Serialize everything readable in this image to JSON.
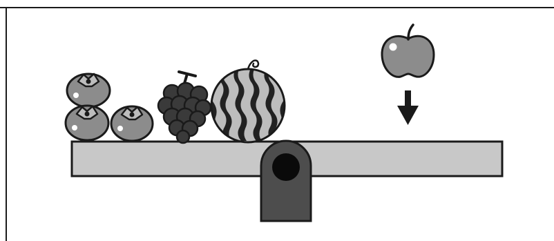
{
  "scene": {
    "left_side_fruits": [
      {
        "name": "persimmon",
        "count": 3
      },
      {
        "name": "grapes",
        "count": 1
      },
      {
        "name": "watermelon",
        "count": 1
      }
    ],
    "falling_fruit": {
      "name": "apple",
      "count": 1
    },
    "arrow_direction": "down",
    "colors": {
      "outline": "#1a1a1a",
      "beam_fill": "#c8c8c8",
      "fulcrum_fill": "#4d4d4d",
      "fruit_fill": "#8c8c8c",
      "grape_fill": "#3a3a3a",
      "watermelon_light": "#bdbdbd",
      "watermelon_dark": "#222222"
    }
  }
}
